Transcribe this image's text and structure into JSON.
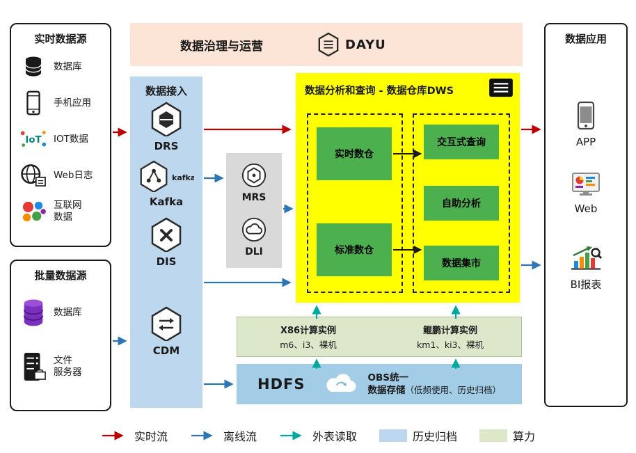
{
  "banner": {
    "title": "数据治理与运营",
    "logo_text": "DAYU"
  },
  "realtime_sources": {
    "title": "实时数据源",
    "items": [
      {
        "icon": "database-icon",
        "label": "数据库"
      },
      {
        "icon": "mobile-app-icon",
        "label": "手机应用"
      },
      {
        "icon": "iot-icon",
        "icon_text": "IoT",
        "label": "IOT数据"
      },
      {
        "icon": "web-log-icon",
        "label": "Web日志"
      },
      {
        "icon": "internet-data-icon",
        "label": "互联网\n数据"
      }
    ]
  },
  "batch_sources": {
    "title": "批量数据源",
    "items": [
      {
        "icon": "database-purple-icon",
        "label": "数据库"
      },
      {
        "icon": "file-server-icon",
        "label": "文件\n服务器"
      }
    ]
  },
  "ingestion": {
    "title": "数据接入",
    "items": [
      {
        "icon": "drs-icon",
        "label": "DRS"
      },
      {
        "icon": "kafka-icon",
        "logo_text": "kafka",
        "label": "Kafka"
      },
      {
        "icon": "dis-icon",
        "label": "DIS"
      },
      {
        "icon": "cdm-icon",
        "label": "CDM"
      }
    ]
  },
  "processing": {
    "items": [
      {
        "icon": "mrs-icon",
        "label": "MRS"
      },
      {
        "icon": "dli-icon",
        "label": "DLI"
      }
    ]
  },
  "dws": {
    "title": "数据分析和查询 - 数据仓库DWS",
    "warehouses": [
      "实时数仓",
      "标准数仓"
    ],
    "services": [
      "交互式查询",
      "自助分析",
      "数据集市"
    ]
  },
  "compute": {
    "sections": [
      {
        "title": "X86计算实例",
        "subtitle": "m6、i3、裸机"
      },
      {
        "title": "鲲鹏计算实例",
        "subtitle": "km1、ki3、裸机"
      }
    ]
  },
  "storage": {
    "hdfs_label": "HDFS",
    "obs_title_line1": "OBS统一",
    "obs_title_line2": "数据存储",
    "obs_note": "（低频使用、历史归档）"
  },
  "applications": {
    "title": "数据应用",
    "items": [
      {
        "icon": "app-icon",
        "label": "APP"
      },
      {
        "icon": "web-app-icon",
        "label": "Web"
      },
      {
        "icon": "bi-report-icon",
        "label": "BI报表"
      }
    ]
  },
  "legend": {
    "items": [
      {
        "type": "arrow",
        "color": "#c00000",
        "label": "实时流"
      },
      {
        "type": "arrow",
        "color": "#2e75b6",
        "label": "离线流"
      },
      {
        "type": "arrow",
        "color": "#00a99d",
        "label": "外表读取"
      },
      {
        "type": "swatch",
        "color": "#bdd7ee",
        "label": "历史归档"
      },
      {
        "type": "swatch",
        "color": "#dde8cb",
        "label": "算力"
      }
    ]
  },
  "colors": {
    "banner_bg": "#fce4d6",
    "ingestion_bg": "#bdd7ee",
    "processing_bg": "#d9d9d9",
    "dws_bg": "#ffff00",
    "service_green": "#4cb04f",
    "compute_bg": "#dde8cb",
    "storage_bg": "#a3cde6",
    "realtime_flow": "#c00000",
    "offline_flow": "#2e75b6",
    "external_read": "#00a99d"
  }
}
